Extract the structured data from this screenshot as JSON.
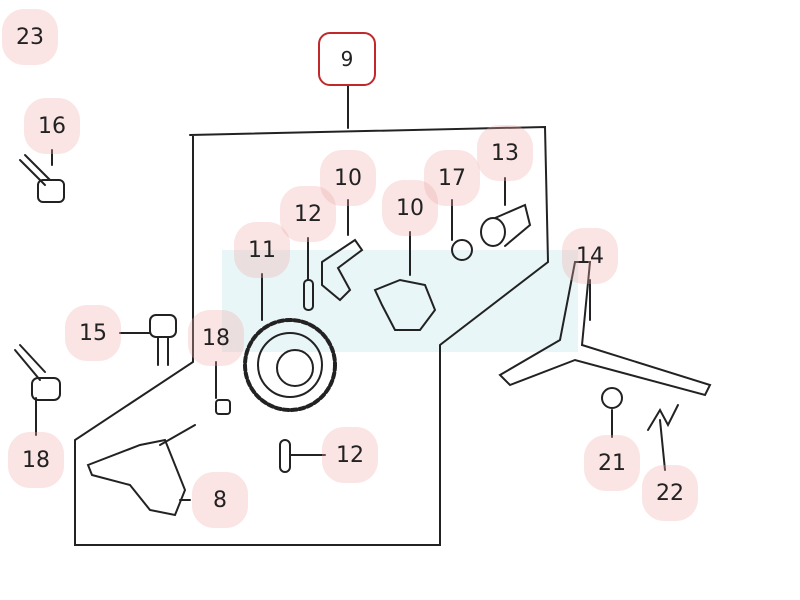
{
  "diagram": {
    "type": "exploded parts diagram",
    "assembly_callout": "9",
    "callouts": [
      "23",
      "16",
      "10",
      "12",
      "17",
      "13",
      "10",
      "11",
      "14",
      "15",
      "18",
      "18",
      "12",
      "21",
      "22",
      "8"
    ]
  },
  "colors": {
    "callout_bg": "#f7dcdc",
    "highlight_border": "#c0282b",
    "band": "#e9f6f7",
    "line": "#222222"
  }
}
